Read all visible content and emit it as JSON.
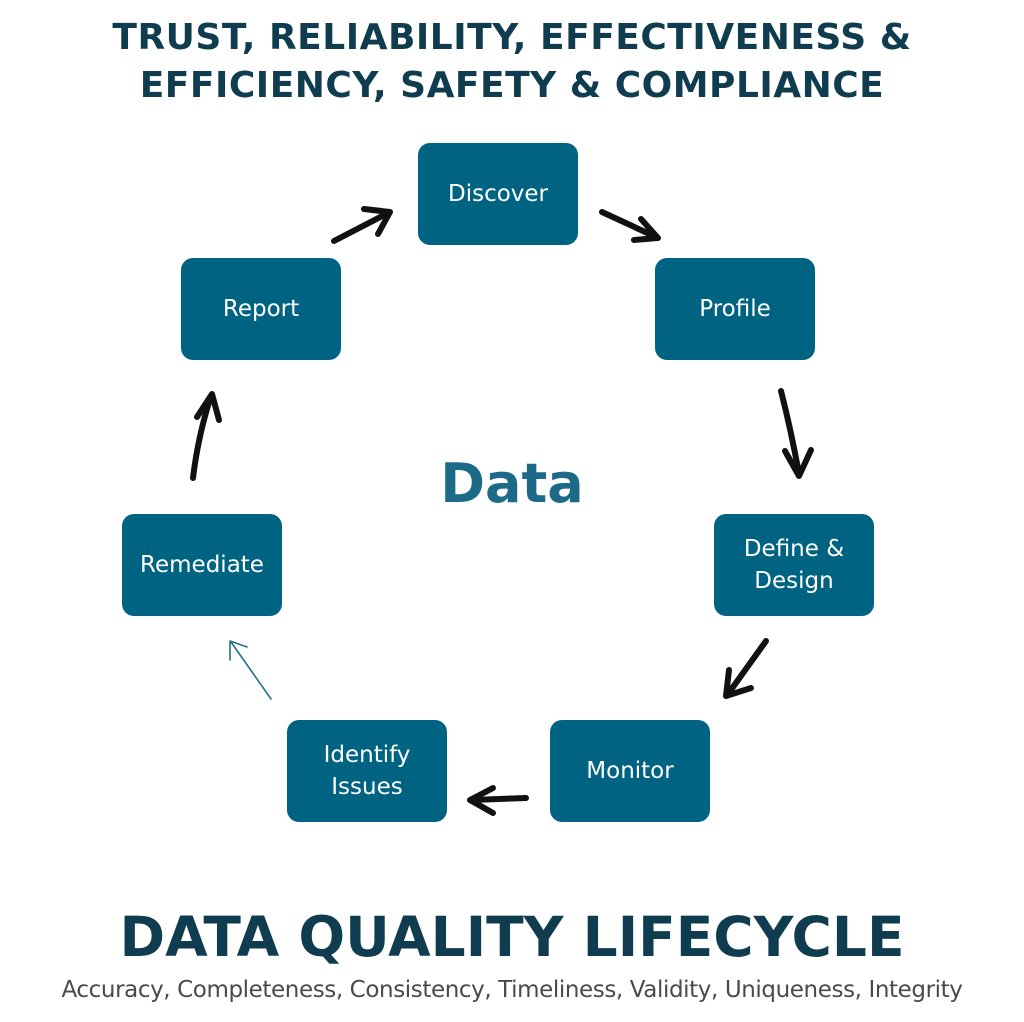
{
  "header": {
    "line1": "TRUST, RELIABILITY, EFFECTIVENESS &",
    "line2": "EFFICIENCY, SAFETY & COMPLIANCE"
  },
  "center": {
    "label": "Data"
  },
  "nodes": {
    "discover": "Discover",
    "profile": "Profile",
    "define": "Define &\nDesign",
    "monitor": "Monitor",
    "identify": "Identify\nIssues",
    "remediate": "Remediate",
    "report": "Report"
  },
  "footer": {
    "title": "DATA QUALITY LIFECYCLE",
    "subtitle": "Accuracy, Completeness, Consistency, Timeliness, Validity, Uniqueness, Integrity"
  },
  "colors": {
    "node_fill": "#006382",
    "title_text": "#0f3d4f",
    "center_text": "#1c6a87",
    "arrow": "#111111",
    "thin_arrow": "#2a6f86"
  }
}
